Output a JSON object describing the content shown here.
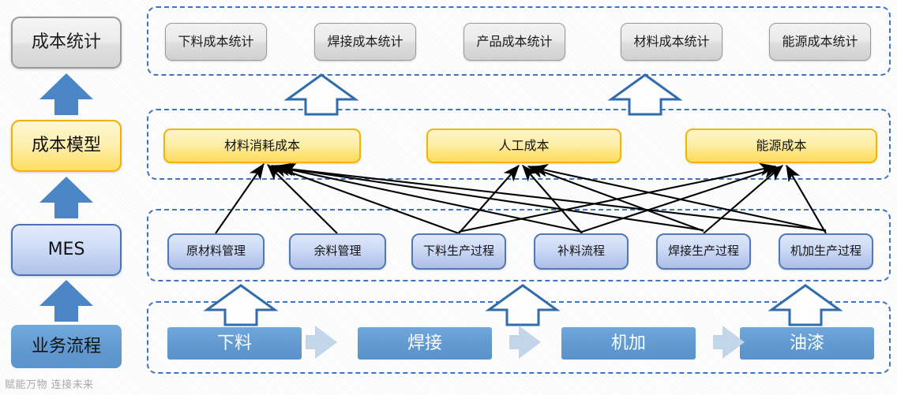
{
  "diagram": {
    "title_watermark": "赋能万物  连接未来",
    "layers": [
      {
        "id": "cost-statistics",
        "left_label": "成本统计",
        "left_style": "gray",
        "items": [
          "下料成本统计",
          "焊接成本统计",
          "产品成本统计",
          "材料成本统计",
          "能源成本统计"
        ]
      },
      {
        "id": "cost-model",
        "left_label": "成本模型",
        "left_style": "yellow",
        "items": [
          "材料消耗成本",
          "人工成本",
          "能源成本"
        ]
      },
      {
        "id": "mes",
        "left_label": "MES",
        "left_style": "light-blue",
        "items": [
          "原材料管理",
          "余料管理",
          "下料生产过程",
          "补料流程",
          "焊接生产过程",
          "机加生产过程"
        ]
      },
      {
        "id": "business-process",
        "left_label": "业务流程",
        "left_style": "blue",
        "items": [
          "下料",
          "焊接",
          "机加",
          "油漆"
        ]
      }
    ],
    "colors": {
      "group_border": "#3f72c4",
      "arrow_blue": "#4a86c5",
      "hollow_arrow_stroke": "#2f6cad",
      "yellow_fill": "#ffe479",
      "yellow_border": "#f2b705",
      "gray_fill": "#e2e2e2",
      "gray_border": "#9a9a9a",
      "light_blue_fill": "#cfdcf7",
      "light_blue_border": "#5179b8",
      "process_blue": "#6098cf",
      "chevron_blue": "#c3d6ea",
      "link_line": "#000000",
      "watermark": "#a9a9a9"
    },
    "chevron_icons": [
      "chevron-right-1",
      "chevron-right-2",
      "chevron-right-3"
    ],
    "stack_arrows": [
      "up-arrow-business-to-mes",
      "up-arrow-mes-to-model",
      "up-arrow-model-to-stats"
    ],
    "hollow_arrows": [
      "hollow-up-arrow-model-to-stats-left",
      "hollow-up-arrow-model-to-stats-right",
      "hollow-up-arrow-process-to-mes-1",
      "hollow-up-arrow-process-to-mes-2",
      "hollow-up-arrow-process-to-mes-3"
    ]
  }
}
